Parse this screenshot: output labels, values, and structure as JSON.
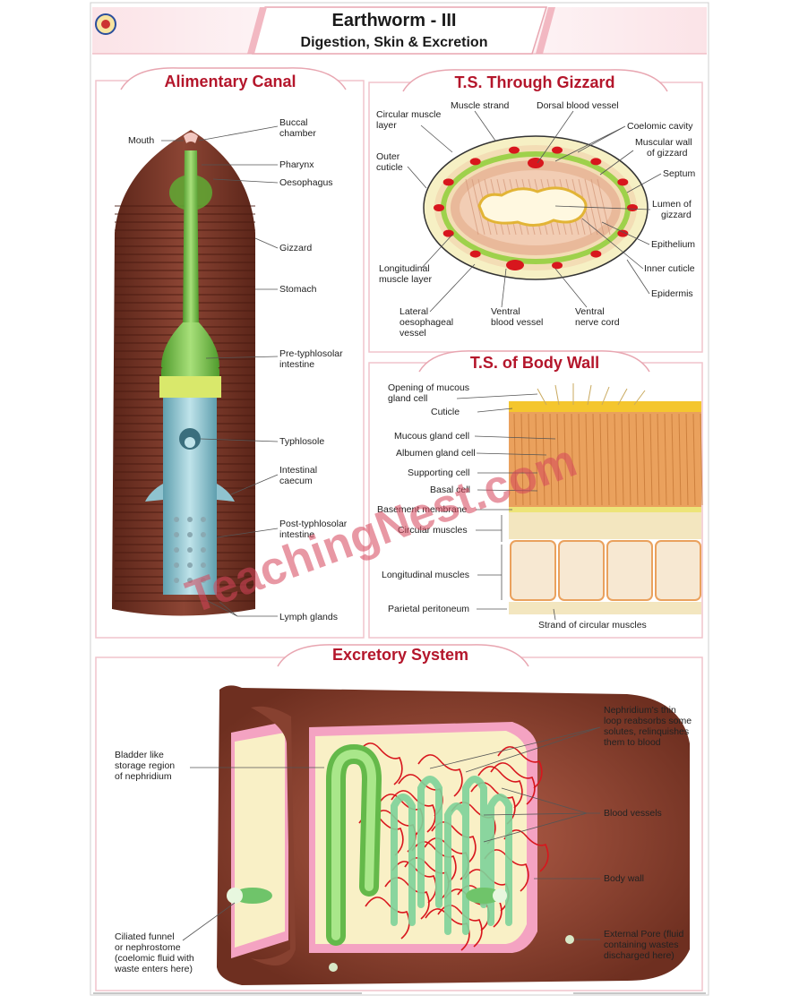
{
  "header": {
    "title": "Earthworm - III",
    "subtitle": "Digestion, Skin & Excretion"
  },
  "watermark": "TeachingNest.com",
  "sections": {
    "alimentary": {
      "title": "Alimentary Canal",
      "labels": [
        "Mouth",
        "Buccal",
        "chamber",
        "Pharynx",
        "Oesophagus",
        "Gizzard",
        "Stomach",
        "Pre-typhlosolar",
        "intestine",
        "Typhlosole",
        "Intestinal",
        "caecum",
        "Post-typhlosolar",
        "intestine",
        "Lymph glands"
      ]
    },
    "gizzard": {
      "title": "T.S. Through Gizzard",
      "labels": [
        "Circular muscle",
        "layer",
        "Muscle strand",
        "Dorsal blood vessel",
        "Coelomic cavity",
        "Muscular wall",
        "of gizzard",
        "Outer",
        "cuticle",
        "Septum",
        "Lumen of",
        "gizzard",
        "Epithelium",
        "Inner cuticle",
        "Longitudinal",
        "muscle layer",
        "Epidermis",
        "Lateral",
        "oesophageal",
        "vessel",
        "Ventral",
        "blood vessel",
        "Ventral",
        "nerve cord"
      ]
    },
    "bodywall": {
      "title": "T.S. of Body Wall",
      "labels": [
        "Opening of mucous",
        "gland cell",
        "Cuticle",
        "Mucous gland cell",
        "Albumen gland cell",
        "Supporting cell",
        "Basal cell",
        "Basement membrane",
        "Circular muscles",
        "Longitudinal muscles",
        "Parietal peritoneum",
        "Strand of circular muscles"
      ]
    },
    "excretory": {
      "title": "Excretory System",
      "labels": [
        "Bladder like",
        "storage region",
        "of nephridium",
        "Nephridium's thin",
        "loop reabsorbs some",
        "solutes, relinquishes",
        "them to blood",
        "Blood vessels",
        "Body wall",
        "Ciliated funnel",
        "or nephrostome",
        "(coelomic fluid with",
        "waste enters here)",
        "External Pore (fluid",
        "containing wastes",
        "discharged here)"
      ]
    }
  },
  "colors": {
    "accent": "#b4162b",
    "frame": "#e8a6b1",
    "worm_body": "#7d3b2a",
    "gut_green": "#7fc648",
    "intestine_blue": "#8fc3cf",
    "blood": "#d8161d"
  }
}
